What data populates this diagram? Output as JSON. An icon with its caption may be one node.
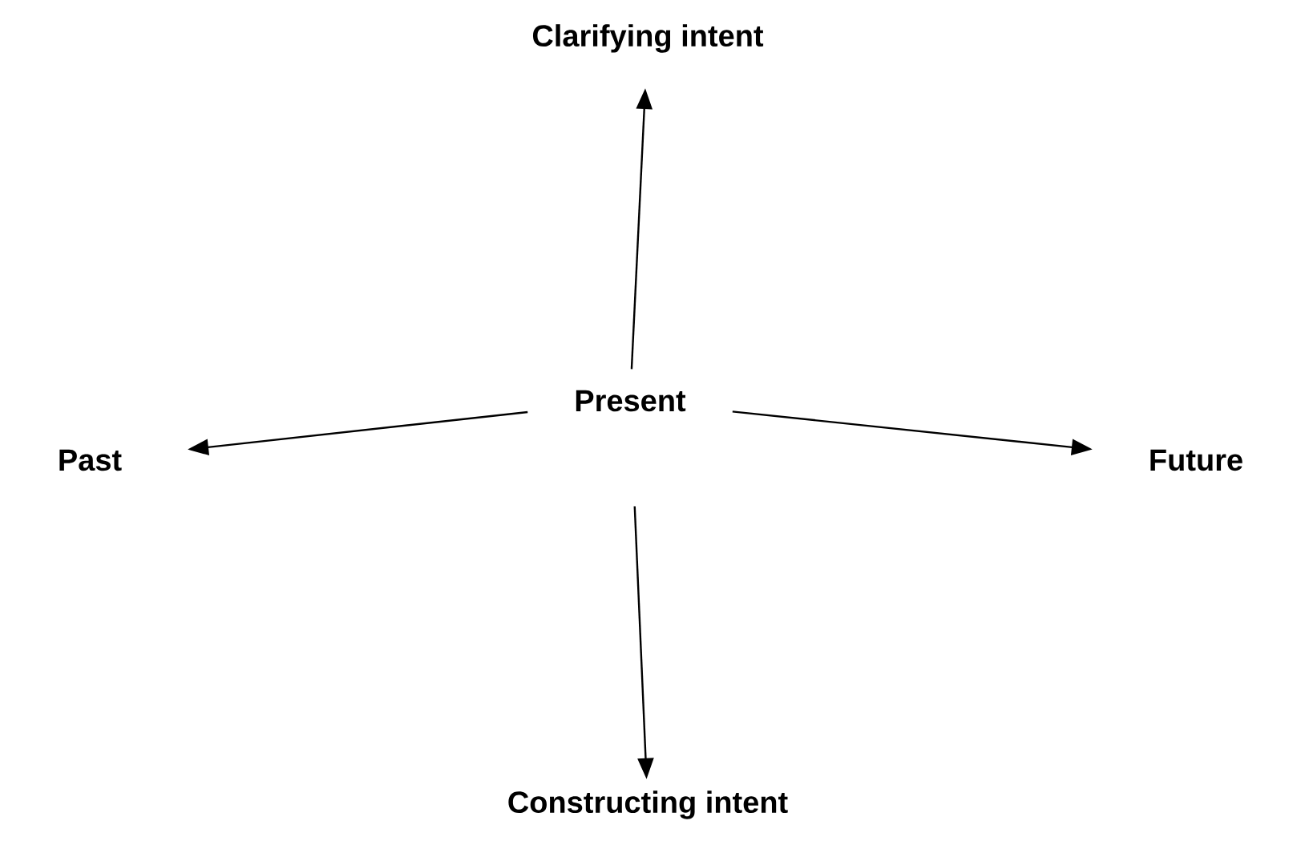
{
  "diagram": {
    "nodes": [
      {
        "text": [
          "Clarifying intent"
        ]
      },
      {
        "text": [
          "Past"
        ]
      },
      {
        "text": [
          "Present"
        ]
      },
      {
        "text": [
          "Future"
        ]
      },
      {
        "text": [
          "Constructing intent"
        ]
      }
    ],
    "edges": [
      {
        "from": 2,
        "to": 0,
        "arrow": "to"
      },
      {
        "from": 2,
        "to": 1,
        "arrow": "to"
      },
      {
        "from": 2,
        "to": 3,
        "arrow": "to"
      },
      {
        "from": 2,
        "to": 4,
        "arrow": "to"
      }
    ]
  }
}
